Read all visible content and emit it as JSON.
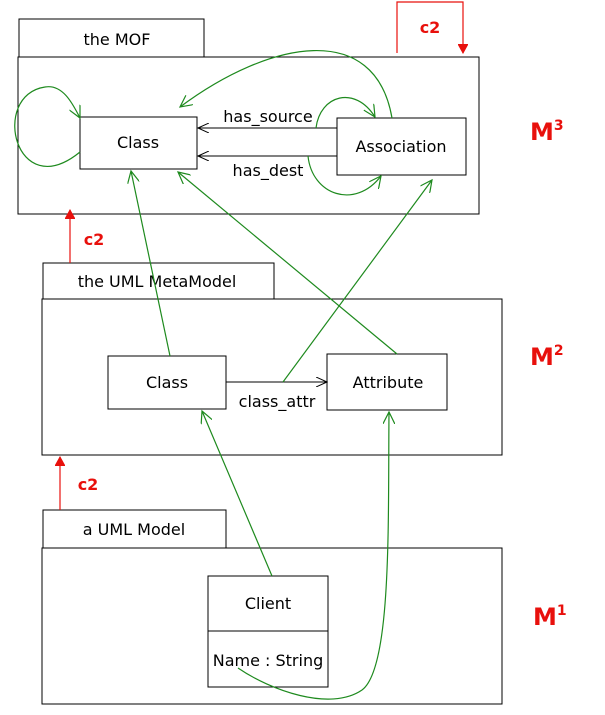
{
  "packages": {
    "mof": {
      "tab": "the MOF",
      "class_label": "Class",
      "association_label": "Association",
      "has_source": "has_source",
      "has_dest": "has_dest"
    },
    "uml_metamodel": {
      "tab": "the UML MetaModel",
      "class_label": "Class",
      "attribute_label": "Attribute",
      "class_attr": "class_attr"
    },
    "uml_model": {
      "tab": "a UML Model",
      "client_label": "Client",
      "client_attr": "Name : String"
    }
  },
  "levels": {
    "m3": {
      "letter": "M",
      "sup": "3"
    },
    "m2": {
      "letter": "M",
      "sup": "2"
    },
    "m1": {
      "letter": "M",
      "sup": "1"
    }
  },
  "c2_labels": {
    "top": "c2",
    "mid": "c2",
    "bottom": "c2"
  },
  "colors": {
    "instance_of": "#1e8a1e",
    "c2_arrow": "#e8100c",
    "level_label": "#e8100c"
  }
}
